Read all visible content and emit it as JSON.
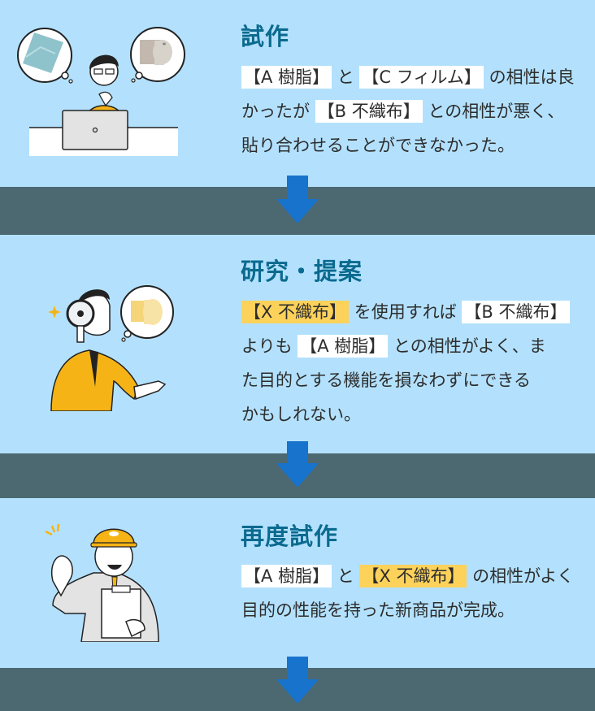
{
  "colors": {
    "background": "#b3e1fd",
    "band": "#4c6871",
    "arrow": "#1873cc",
    "title": "#0b6a8f",
    "highlight_white": "#ffffff",
    "highlight_yellow": "#fcd25a"
  },
  "steps": [
    {
      "title": "試作",
      "illustration": "worried-man-at-laptop-thinking-of-film-and-roll",
      "lines": [
        [
          {
            "t": "【A 樹脂】",
            "hl": "white"
          },
          {
            "t": " と "
          },
          {
            "t": "【C フィルム】",
            "hl": "white"
          },
          {
            "t": " の相性は良"
          }
        ],
        [
          {
            "t": "かったが "
          },
          {
            "t": "【B 不織布】",
            "hl": "white"
          },
          {
            "t": " との相性が悪く、"
          }
        ],
        [
          {
            "t": "貼り合わせることができなかった。"
          }
        ]
      ]
    },
    {
      "title": "研究・提案",
      "illustration": "man-with-magnifying-glass-thinking-of-yellow-roll",
      "lines": [
        [
          {
            "t": "【X 不織布】",
            "hl": "yellow"
          },
          {
            "t": " を使用すれば "
          },
          {
            "t": "【B 不織布】",
            "hl": "white"
          }
        ],
        [
          {
            "t": "よりも "
          },
          {
            "t": "【A 樹脂】",
            "hl": "white"
          },
          {
            "t": " との相性がよく、ま"
          }
        ],
        [
          {
            "t": "た目的とする機能を損なわずにできる"
          }
        ],
        [
          {
            "t": "かもしれない。"
          }
        ]
      ]
    },
    {
      "title": "再度試作",
      "illustration": "worker-with-helmet-and-clipboard-ok-sign",
      "lines": [
        [
          {
            "t": "【A 樹脂】",
            "hl": "white"
          },
          {
            "t": " と "
          },
          {
            "t": "【X 不織布】",
            "hl": "yellow"
          },
          {
            "t": " の相性がよく"
          }
        ],
        [
          {
            "t": "目的の性能を持った新商品が完成。"
          }
        ]
      ]
    }
  ],
  "arrows": [
    "down-arrow",
    "down-arrow",
    "down-arrow"
  ]
}
